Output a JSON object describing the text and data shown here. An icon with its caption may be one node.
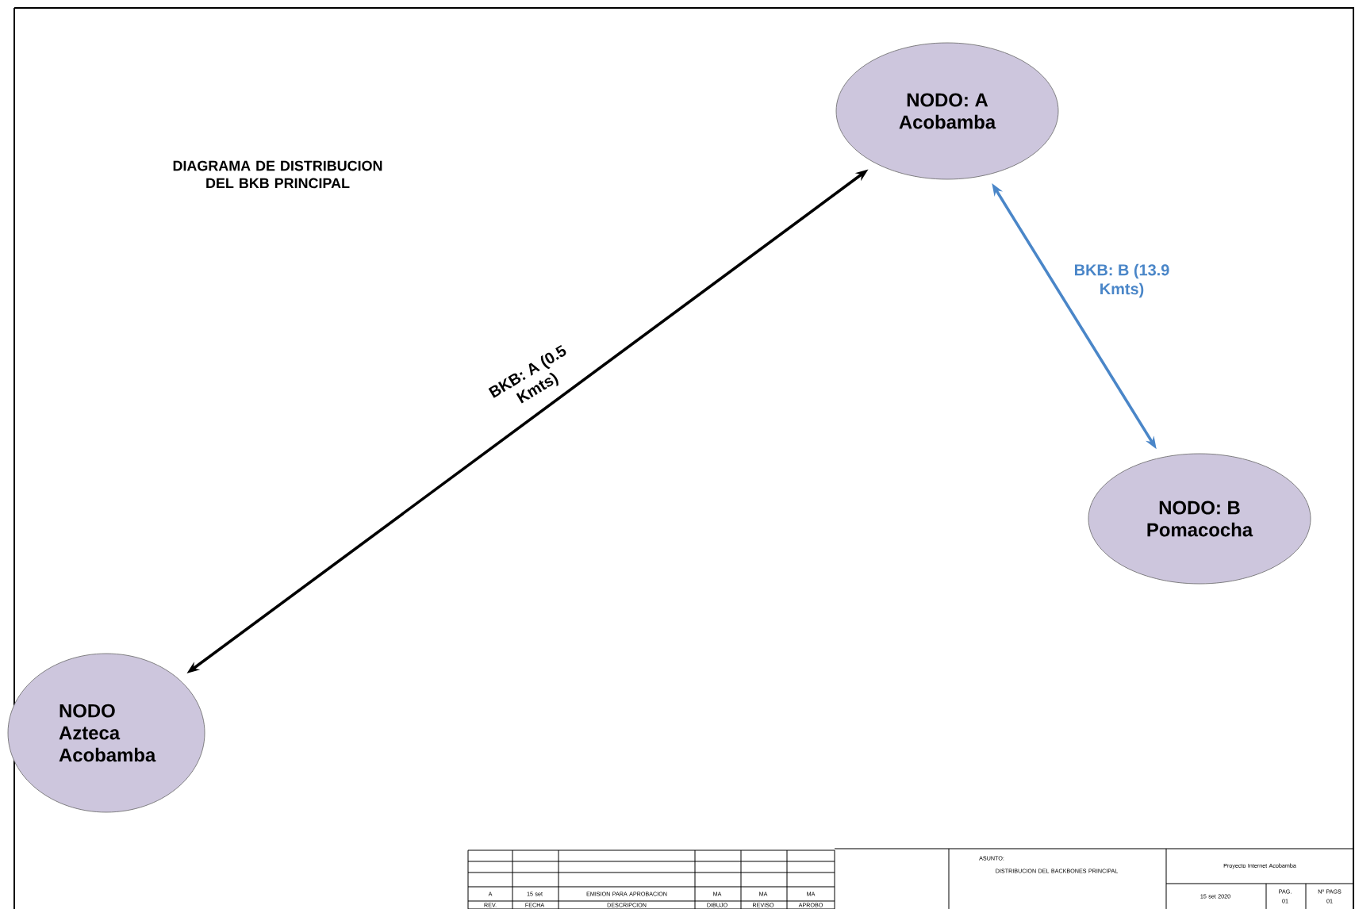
{
  "diagram": {
    "title": "DIAGRAMA DE DISTRIBUCION DEL BKB PRINCIPAL",
    "nodes": [
      {
        "text": [
          "NODO: A Acobamba"
        ]
      },
      {
        "text": [
          "NODO: B Pomacocha"
        ]
      },
      {
        "text": [
          "NODO Azteca Acobamba"
        ]
      }
    ],
    "edges": [
      {
        "from": 2,
        "to": 0,
        "arrow": "both",
        "label": "BKB: A (0.5 Kmts)"
      },
      {
        "from": 0,
        "to": 1,
        "arrow": "both",
        "label": "BKB: B (13.9 Kmts)",
        "color": "#4a86c8"
      }
    ],
    "labels": [
      "A",
      "15 set",
      "EMISION PARA APROBACION",
      "MA",
      "MA",
      "MA",
      "REV.",
      "FECHA",
      "DESCRIPCION",
      "DIBUJO",
      "REVISO",
      "APROBO",
      "ASUNTO:",
      "DISTRIBUCION DEL BACKBONES PRINCIPAL",
      "Proyecto Internet Acobamba",
      "15 set 2020",
      "PAG.",
      "01",
      "Nº PAGS",
      "01"
    ]
  }
}
